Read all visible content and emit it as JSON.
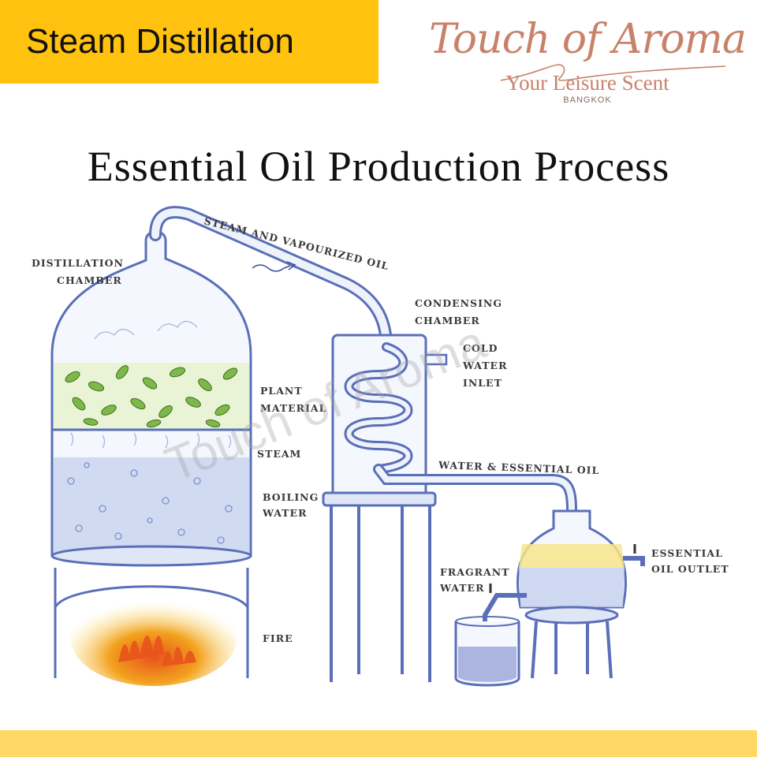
{
  "header": {
    "tag": "Steam Distillation",
    "brand_name": "Touch of Aroma",
    "brand_tagline": "Your Leisure Scent",
    "brand_city": "BANGKOK"
  },
  "title": "Essential Oil Production Process",
  "labels": {
    "distillation_chamber_1": "DISTILLATION",
    "distillation_chamber_2": "CHAMBER",
    "steam_vapour": "STEAM AND VAPOURIZED OIL",
    "condensing_1": "CONDENSING",
    "condensing_2": "CHAMBER",
    "cold_1": "COLD",
    "cold_2": "WATER",
    "cold_3": "INLET",
    "plant_1": "PLANT",
    "plant_2": "MATERIAL",
    "steam": "STEAM",
    "boiling_1": "BOILING",
    "boiling_2": "WATER",
    "water_oil": "WATER & ESSENTIAL OIL",
    "outlet_1": "ESSENTIAL",
    "outlet_2": "OIL OUTLET",
    "fragrant_1": "FRAGRANT",
    "fragrant_2": "WATER",
    "fire": "FIRE"
  },
  "watermark": "Touch of Aroma",
  "colors": {
    "banner": "#ffc20e",
    "strip": "#ffd865",
    "brand": "#c9826a",
    "glass": "#5a6fb8",
    "water": "#c7d3ef",
    "leaf": "#7fb84a",
    "fire": "#f2a21e"
  }
}
